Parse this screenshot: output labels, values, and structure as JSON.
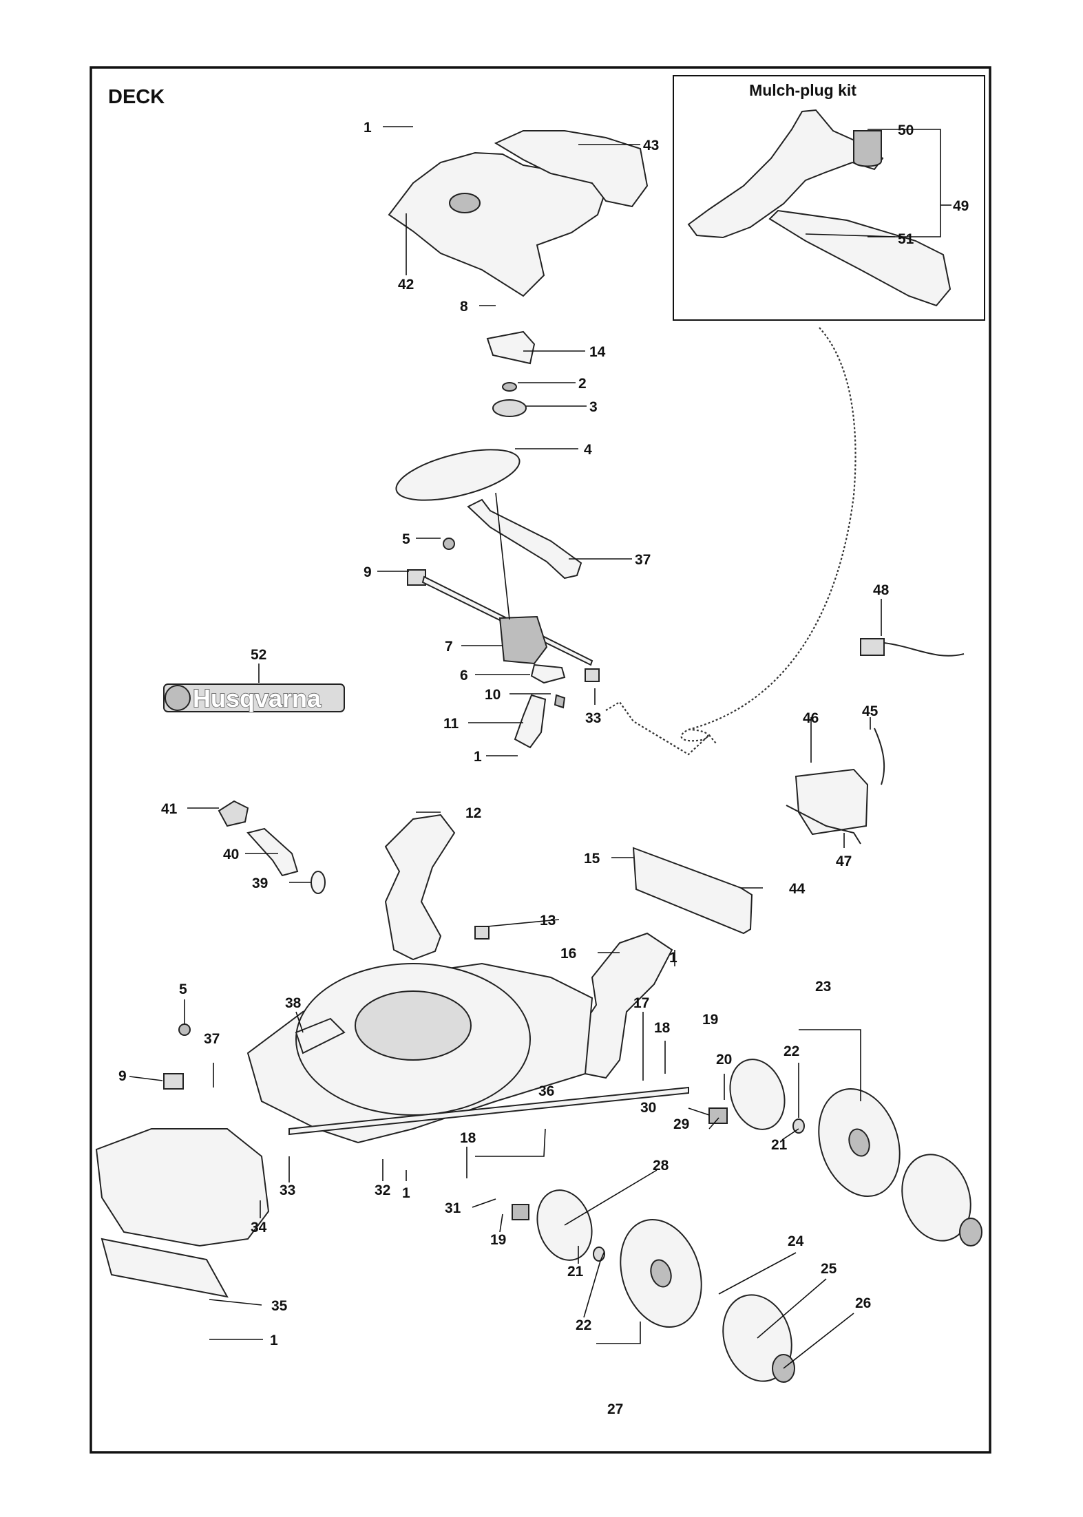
{
  "title": "DECK",
  "inset": {
    "title": "Mulch-plug kit"
  },
  "logo": {
    "text": "Husqvarna"
  },
  "callouts": {
    "c1a": "1",
    "c43": "43",
    "c42": "42",
    "c50": "50",
    "c49": "49",
    "c51": "51",
    "c8": "8",
    "c14": "14",
    "c2": "2",
    "c3": "3",
    "c4": "4",
    "c5a": "5",
    "c37a": "37",
    "c9a": "9",
    "c48": "48",
    "c52": "52",
    "c7": "7",
    "c6": "6",
    "c10": "10",
    "c33a": "33",
    "c46": "46",
    "c45": "45",
    "c11": "11",
    "c1b": "1",
    "c41": "41",
    "c12": "12",
    "c47": "47",
    "c40": "40",
    "c39": "39",
    "c15": "15",
    "c44": "44",
    "c13": "13",
    "c16": "16",
    "c1c": "1",
    "c5b": "5",
    "c38": "38",
    "c17": "17",
    "c23": "23",
    "c37b": "37",
    "c18a": "18",
    "c19a": "19",
    "c22a": "22",
    "c9b": "9",
    "c20": "20",
    "c36": "36",
    "c30": "30",
    "c29": "29",
    "c21a": "21",
    "c18b": "18",
    "c28": "28",
    "c33b": "33",
    "c32": "32",
    "c1d": "1",
    "c31": "31",
    "c34": "34",
    "c19b": "19",
    "c24": "24",
    "c21b": "21",
    "c25": "25",
    "c35": "35",
    "c26": "26",
    "c22b": "22",
    "c1e": "1",
    "c27": "27"
  }
}
